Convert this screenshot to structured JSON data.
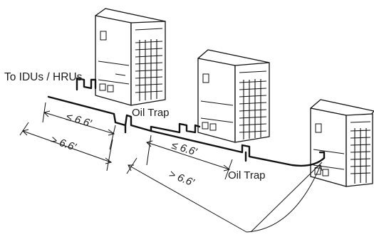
{
  "labels": {
    "to_idus": "To IDUs / HRUs",
    "oil_trap_1": "Oil Trap",
    "oil_trap_2": "Oil Trap",
    "dim_le_1": "≤ 6.6′",
    "dim_gt_1": "> 6.6′",
    "dim_le_2": "≤ 6.6′",
    "dim_gt_2": "> 6.6′"
  },
  "colors": {
    "line": "#111111",
    "background": "#ffffff"
  },
  "icons": [
    "outdoor-unit-icon",
    "outdoor-unit-icon",
    "outdoor-unit-icon"
  ]
}
